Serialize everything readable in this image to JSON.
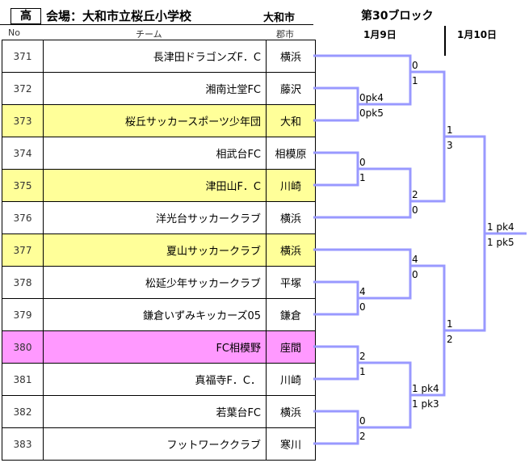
{
  "header": {
    "grade": "高",
    "venue": "会場：大和市立桜丘小学校",
    "city": "大和市",
    "block": "第30ブロック",
    "day1": "1月9日",
    "day2": "1月10日",
    "col_no": "No",
    "col_team": "チーム",
    "col_city": "郡市"
  },
  "teams": [
    {
      "no": "371",
      "name": "長津田ドラゴンズF．C",
      "city": "横浜",
      "hl": ""
    },
    {
      "no": "372",
      "name": "湘南辻堂FC",
      "city": "藤沢",
      "hl": ""
    },
    {
      "no": "373",
      "name": "桜丘サッカースポーツ少年団",
      "city": "大和",
      "hl": "yellow"
    },
    {
      "no": "374",
      "name": "相武台FC",
      "city": "相模原",
      "hl": ""
    },
    {
      "no": "375",
      "name": "津田山F．C",
      "city": "川崎",
      "hl": "yellow"
    },
    {
      "no": "376",
      "name": "洋光台サッカークラブ",
      "city": "横浜",
      "hl": ""
    },
    {
      "no": "377",
      "name": "夏山サッカークラブ",
      "city": "横浜",
      "hl": "yellow"
    },
    {
      "no": "378",
      "name": "松延少年サッカークラブ",
      "city": "平塚",
      "hl": ""
    },
    {
      "no": "379",
      "name": "鎌倉いずみキッカーズ05",
      "city": "鎌倉",
      "hl": ""
    },
    {
      "no": "380",
      "name": "FC相模野",
      "city": "座間",
      "hl": "pink"
    },
    {
      "no": "381",
      "name": "真福寺F．C．",
      "city": "川崎",
      "hl": ""
    },
    {
      "no": "382",
      "name": "若葉台FC",
      "city": "横浜",
      "hl": ""
    },
    {
      "no": "383",
      "name": "フットワーククラブ",
      "city": "寒川",
      "hl": ""
    }
  ],
  "scores": {
    "m_372_373_top": "0pk4",
    "m_372_373_bot": "0pk5",
    "m_371_w373_top": "0",
    "m_371_w373_bot": "1",
    "m_374_375_top": "0",
    "m_374_375_bot": "1",
    "m_w375_376_top": "2",
    "m_w375_376_bot": "0",
    "m_upper_semi_top": "1",
    "m_upper_semi_bot": "3",
    "m_378_379_top": "4",
    "m_378_379_bot": "0",
    "m_377_w378_top": "4",
    "m_377_w378_bot": "0",
    "m_380_381_top": "2",
    "m_380_381_bot": "1",
    "m_382_383_top": "0",
    "m_382_383_bot": "2",
    "m_w380_w383_top": "1 pk4",
    "m_w380_w383_bot": "1 pk3",
    "m_lower_semi_top": "1",
    "m_lower_semi_bot": "2",
    "m_final_top": "1 pk4",
    "m_final_bot": "1 pk5"
  },
  "colors": {
    "bracket_line": "#9999ff",
    "highlight_yellow": "#ffff99",
    "highlight_pink": "#ff99ff"
  }
}
